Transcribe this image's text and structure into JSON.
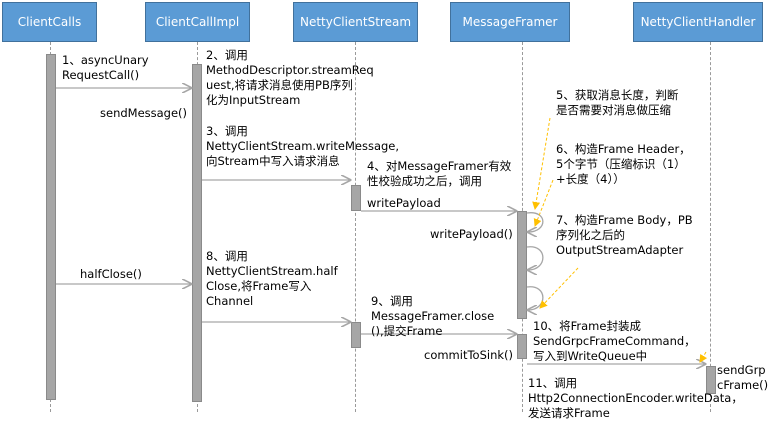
{
  "participants": [
    "ClientCalls",
    "ClientCallImpl",
    "NettyClientStream",
    "MessageFramer",
    "NettyClientHandler"
  ],
  "messages": {
    "m1": "1、asyncUnary\nRequestCall()",
    "m_send": "sendMessage()",
    "m2": "2、调用\nMethodDescriptor.streamReq\nuest,将请求消息使用PB序列\n化为InputStream",
    "m3": "3、调用\nNettyClientStream.writeMessage,\n向Stream中写入请求消息",
    "m4": "4、对MessageFramer有效\n性校验成功之后，调用",
    "m4b": "writePayload",
    "m_wp": "writePayload()",
    "m5": "5、获取消息长度，判断\n是否需要对消息做压缩",
    "m6": "6、构造Frame Header，\n5个字节（压缩标识（1）\n+长度（4））",
    "m7": "7、构造Frame Body，PB\n序列化之后的\nOutputStreamAdapter",
    "m_half": "halfClose()",
    "m8": "8、调用\nNettyClientStream.half\nClose,将Frame写入\nChannel",
    "m9": "9、调用\nMessageFramer.close\n(),提交Frame",
    "m10": "10、将Frame封装成\nSendGrpcFrameCommand，\n写入到WriteQueue中",
    "m_commit": "commitToSink()",
    "m11": "11、调用\nHttp2ConnectionEncoder.writeData，\n发送请求Frame",
    "m_sendgrpc": "sendGrp\ncFrame()"
  },
  "colors": {
    "box": "#5b9bd5",
    "activation": "#a6a6a6",
    "arrow": "#a6a6a6",
    "note_arrow": "#ffc000"
  }
}
